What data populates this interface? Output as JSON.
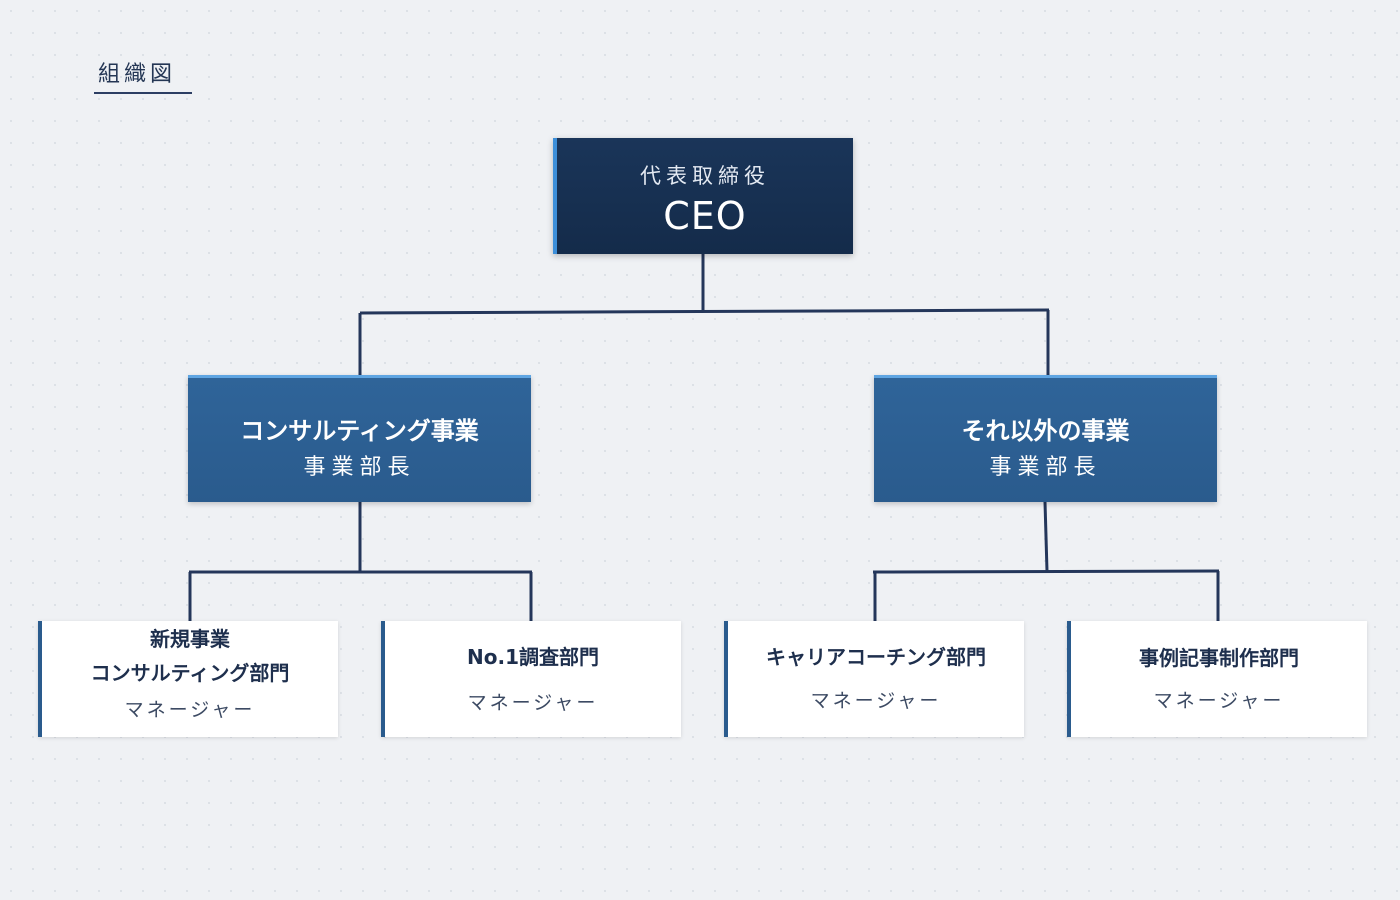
{
  "page_title": "組織図",
  "ceo": {
    "role": "代表取締役",
    "title_en": "CEO"
  },
  "divisions": [
    {
      "name": "コンサルティング事業",
      "role": "事業部長"
    },
    {
      "name": "それ以外の事業",
      "role": "事業部長"
    }
  ],
  "departments": [
    {
      "name_line1": "新規事業",
      "name_line2": "コンサルティング部門",
      "role": "マネージャー"
    },
    {
      "name_line1": "No.1調査部門",
      "role": "マネージャー"
    },
    {
      "name_line1": "キャリアコーチング部門",
      "role": "マネージャー"
    },
    {
      "name_line1": "事例記事制作部門",
      "role": "マネージャー"
    }
  ],
  "colors": {
    "ceo_bg": "#142b4a",
    "division_bg": "#2a5b8d",
    "department_bg": "#ffffff",
    "connector": "#24365a",
    "accent": "#3d8fd9"
  }
}
